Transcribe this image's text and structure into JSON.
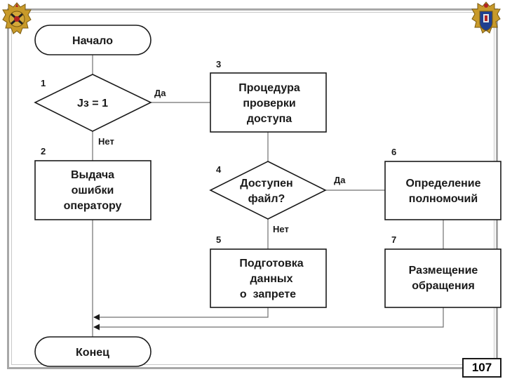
{
  "flowchart": {
    "nodes": [
      {
        "id": "start",
        "shape": "terminal",
        "lines": [
          "Начало"
        ]
      },
      {
        "id": "decision-1",
        "shape": "decision",
        "number": "1",
        "lines": [
          "Jз = 1"
        ]
      },
      {
        "id": "error",
        "shape": "process",
        "number": "2",
        "lines": [
          "Выдача",
          "ошибки",
          "оператору"
        ]
      },
      {
        "id": "access-check",
        "shape": "process",
        "number": "3",
        "lines": [
          "Процедура",
          "проверки",
          "доступа"
        ]
      },
      {
        "id": "decision-4",
        "shape": "decision",
        "number": "4",
        "lines": [
          "Доступен",
          "файл?"
        ]
      },
      {
        "id": "deny-data",
        "shape": "process",
        "number": "5",
        "lines": [
          "Подготовка",
          "данных",
          "о  запрете"
        ]
      },
      {
        "id": "permissions",
        "shape": "process",
        "number": "6",
        "lines": [
          "Определение",
          "полномочий"
        ]
      },
      {
        "id": "placement",
        "shape": "process",
        "number": "7",
        "lines": [
          "Размещение",
          "обращения"
        ]
      },
      {
        "id": "end",
        "shape": "terminal",
        "lines": [
          "Конец"
        ]
      }
    ],
    "edges": [
      {
        "from": "start",
        "to": "decision-1",
        "label": ""
      },
      {
        "from": "decision-1",
        "to": "access-check",
        "label": "Да"
      },
      {
        "from": "decision-1",
        "to": "error",
        "label": "Нет"
      },
      {
        "from": "error",
        "to": "end",
        "label": ""
      },
      {
        "from": "access-check",
        "to": "decision-4",
        "label": ""
      },
      {
        "from": "decision-4",
        "to": "permissions",
        "label": "Да"
      },
      {
        "from": "decision-4",
        "to": "deny-data",
        "label": "Нет"
      },
      {
        "from": "permissions",
        "to": "placement",
        "label": ""
      },
      {
        "from": "deny-data",
        "to": "end",
        "label": ""
      },
      {
        "from": "placement",
        "to": "end",
        "label": ""
      }
    ]
  },
  "emblems": {
    "left": "military-emblem-left",
    "right": "military-emblem-right"
  },
  "page_number": "107",
  "colors": {
    "stroke": "#1a1a1a",
    "line": "#707070",
    "frame": "#a8a8a8"
  }
}
